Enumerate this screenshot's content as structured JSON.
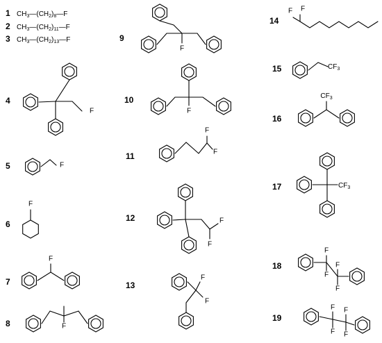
{
  "compounds": [
    {
      "number": "1",
      "formula": [
        "CH",
        "3",
        "—(CH",
        "2",
        ")",
        "8",
        "—F"
      ]
    },
    {
      "number": "2",
      "formula": [
        "CH",
        "3",
        "—(CH",
        "2",
        ")",
        "11",
        "—F"
      ]
    },
    {
      "number": "3",
      "formula": [
        "CH",
        "3",
        "—(CH",
        "2",
        ")",
        "13",
        "—F"
      ]
    },
    {
      "number": "4",
      "atoms": [
        "F"
      ]
    },
    {
      "number": "5",
      "atoms": [
        "F"
      ]
    },
    {
      "number": "6",
      "atoms": [
        "F"
      ]
    },
    {
      "number": "7",
      "atoms": [
        "F"
      ]
    },
    {
      "number": "8",
      "atoms": [
        "F"
      ]
    },
    {
      "number": "9",
      "atoms": [
        "F"
      ]
    },
    {
      "number": "10",
      "atoms": [
        "F"
      ]
    },
    {
      "number": "11",
      "atoms": [
        "F",
        "F"
      ]
    },
    {
      "number": "12",
      "atoms": [
        "F",
        "F"
      ]
    },
    {
      "number": "13",
      "atoms": [
        "F",
        "F"
      ]
    },
    {
      "number": "14",
      "atoms": [
        "F",
        "F"
      ]
    },
    {
      "number": "15",
      "atoms": [
        "CF3"
      ]
    },
    {
      "number": "16",
      "atoms": [
        "CF3"
      ]
    },
    {
      "number": "17",
      "atoms": [
        "CF3"
      ]
    },
    {
      "number": "18",
      "atoms": [
        "F",
        "F",
        "F",
        "F"
      ]
    },
    {
      "number": "19",
      "atoms": [
        "F",
        "F",
        "F",
        "F"
      ]
    }
  ]
}
